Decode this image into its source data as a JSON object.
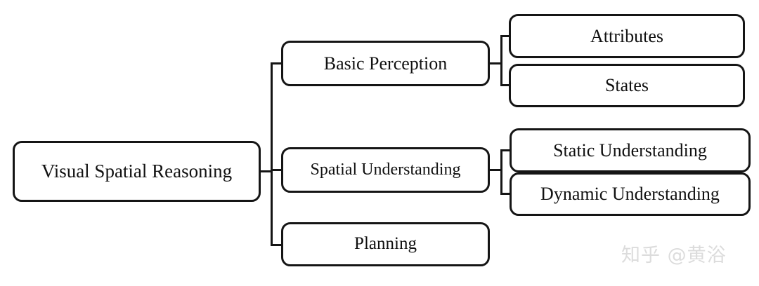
{
  "diagram": {
    "type": "tree-hierarchy",
    "title": "Visual Spatial Reasoning",
    "orientation": "left-to-right",
    "background_color": "#ffffff",
    "border_color": "#151515",
    "watermark": "知乎 @黄浴",
    "watermark_color": "#dcdcdc",
    "nodes": {
      "root": {
        "label": "Visual Spatial Reasoning",
        "level": 1
      },
      "basic_perception": {
        "label": "Basic Perception",
        "level": 2
      },
      "spatial_understanding": {
        "label": "Spatial Understanding",
        "level": 2
      },
      "planning": {
        "label": "Planning",
        "level": 2
      },
      "attributes": {
        "label": "Attributes",
        "level": 3
      },
      "states": {
        "label": "States",
        "level": 3
      },
      "static_understanding": {
        "label": "Static Understanding",
        "level": 3
      },
      "dynamic_understanding": {
        "label": "Dynamic Understanding",
        "level": 3
      }
    },
    "edges": [
      {
        "from": "root",
        "to": "basic_perception"
      },
      {
        "from": "root",
        "to": "spatial_understanding"
      },
      {
        "from": "root",
        "to": "planning"
      },
      {
        "from": "basic_perception",
        "to": "attributes"
      },
      {
        "from": "basic_perception",
        "to": "states"
      },
      {
        "from": "spatial_understanding",
        "to": "static_understanding"
      },
      {
        "from": "spatial_understanding",
        "to": "dynamic_understanding"
      }
    ]
  }
}
